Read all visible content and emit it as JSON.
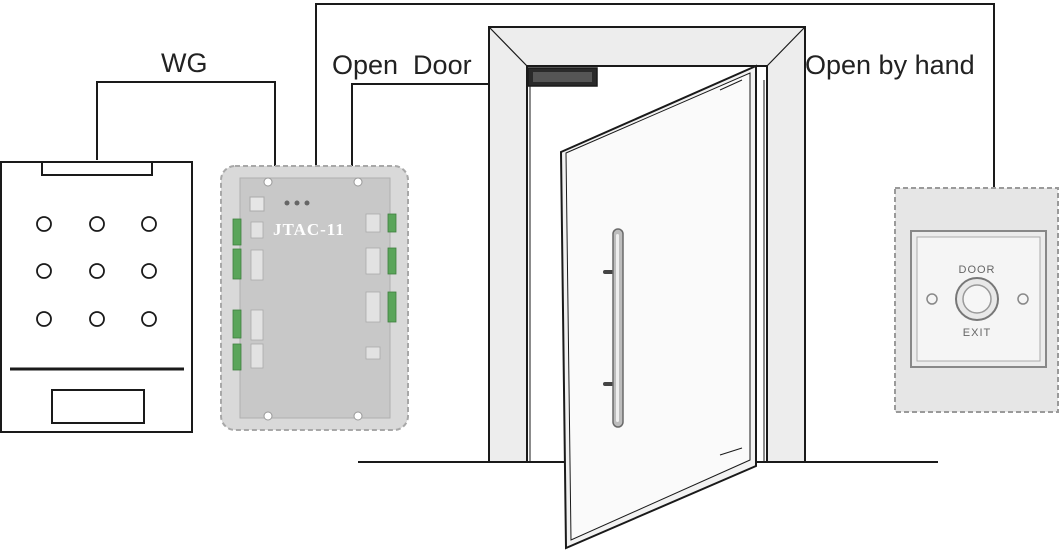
{
  "labels": {
    "wg": "WG",
    "open_door": "Open  Door",
    "open_by_hand": "Open by hand"
  },
  "controller": {
    "model": "JTAC-11"
  },
  "exit_button": {
    "top_text": "DOOR",
    "bottom_text": "EXIT"
  },
  "colors": {
    "line": "#1a1a1a",
    "panel_fill": "#dcdcdc",
    "panel_border": "#9a9a9a",
    "terminal_green": "#5aa55a",
    "door_glass": "#f2f2f2"
  },
  "icons": {
    "keypad": "keypad-reader-icon",
    "controller": "access-controller-icon",
    "lock": "magnetic-lock-icon",
    "handle": "door-handle-icon",
    "exit": "exit-button-icon"
  }
}
